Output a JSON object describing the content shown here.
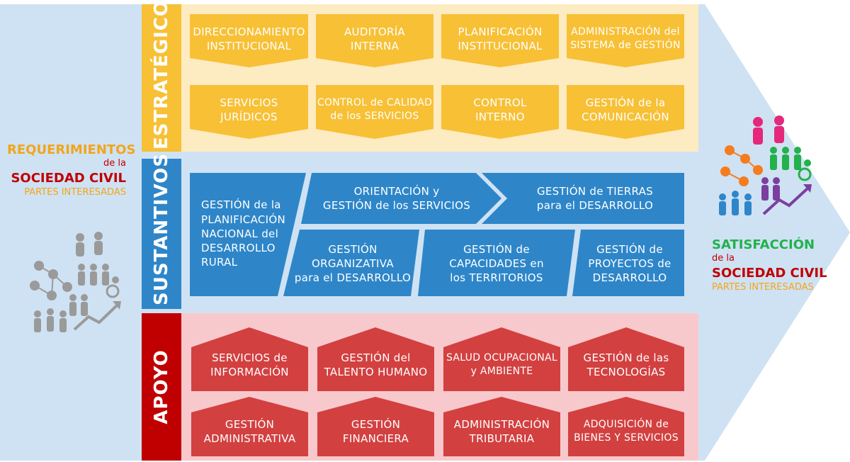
{
  "colors": {
    "side_bg": "#cfe2f3",
    "arrow_bg": "#cfe2f3",
    "orange": "#f2a51a",
    "dark_red": "#c00000",
    "green": "#22b14c",
    "estrategicos_band": "#f7c035",
    "estrategicos_bg": "#fdebc1",
    "estrategicos_cell": "#f7c035",
    "sustantivos_band": "#2e86c9",
    "sustantivos_bg": "#cfe2f3",
    "sustantivos_cell": "#2e86c9",
    "apoyo_band": "#c00000",
    "apoyo_bg": "#f8c9cc",
    "apoyo_cell": "#d34040"
  },
  "left": {
    "l1": "REQUERIMIENTOS",
    "l2": "de la",
    "l3": "SOCIEDAD CIVIL",
    "l4": "PARTES INTERESADAS",
    "icon": "community-people-icon"
  },
  "right": {
    "l1": "SATISFACCIÓN",
    "l2": "de la",
    "l3": "SOCIEDAD CIVIL",
    "l4": "PARTES INTERESADAS",
    "icon": "community-people-colored-icon"
  },
  "estrategicos": {
    "label": "ESTRATÉGICOS",
    "items": [
      {
        "l1": "DIRECCIONAMIENTO",
        "l2": "INSTITUCIONAL"
      },
      {
        "l1": "AUDITORÍA",
        "l2": "INTERNA"
      },
      {
        "l1": "PLANIFICACIÓN",
        "l2": "INSTITUCIONAL"
      },
      {
        "l1": "ADMINISTRACIÓN del",
        "l2": "SISTEMA de GESTIÓN"
      },
      {
        "l1": "SERVICIOS",
        "l2": "JURÍDICOS"
      },
      {
        "l1": "CONTROL de CALIDAD",
        "l2": "de los SERVICIOS"
      },
      {
        "l1": "CONTROL",
        "l2": "INTERNO"
      },
      {
        "l1": "GESTIÓN de la",
        "l2": "COMUNICACIÓN"
      }
    ]
  },
  "sustantivos": {
    "label": "SUSTANTIVOS",
    "items": [
      {
        "l1": "GESTIÓN de la",
        "l2": "PLANIFICACIÓN",
        "l3": "NACIONAL del",
        "l4": "DESARROLLO",
        "l5": "RURAL"
      },
      {
        "l1": "ORIENTACIÓN y",
        "l2": "GESTIÓN de los SERVICIOS"
      },
      {
        "l1": "GESTIÓN de TIERRAS",
        "l2": "para el DESARROLLO"
      },
      {
        "l1": "GESTIÓN",
        "l2": "ORGANIZATIVA",
        "l3": "para el DESARROLLO"
      },
      {
        "l1": "GESTIÓN de",
        "l2": "CAPACIDADES en",
        "l3": "los TERRITORIOS"
      },
      {
        "l1": "GESTIÓN de",
        "l2": "PROYECTOS de",
        "l3": "DESARROLLO"
      }
    ]
  },
  "apoyo": {
    "label": "APOYO",
    "items": [
      {
        "l1": "SERVICIOS de",
        "l2": "INFORMACIÓN"
      },
      {
        "l1": "GESTIÓN del",
        "l2": "TALENTO HUMANO"
      },
      {
        "l1": "SALUD OCUPACIONAL",
        "l2": "y AMBIENTE"
      },
      {
        "l1": "GESTIÓN de las",
        "l2": "TECNOLOGÍAS"
      },
      {
        "l1": "GESTIÓN",
        "l2": "ADMINISTRATIVA"
      },
      {
        "l1": "GESTIÓN",
        "l2": "FINANCIERA"
      },
      {
        "l1": "ADMINISTRACIÓN",
        "l2": "TRIBUTARIA"
      },
      {
        "l1": "ADQUISICIÓN de",
        "l2": "BIENES Y SERVICIOS"
      }
    ]
  }
}
